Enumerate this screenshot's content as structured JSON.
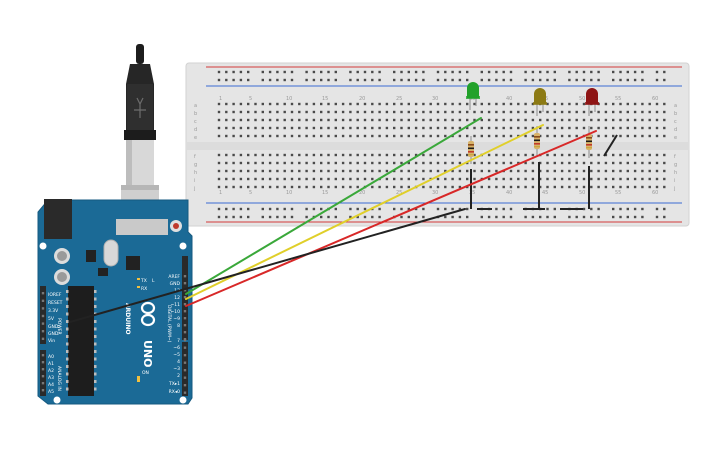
{
  "breadboard": {
    "column_numbers": [
      "1",
      "5",
      "10",
      "15",
      "20",
      "25",
      "30",
      "35",
      "40",
      "45",
      "50",
      "55",
      "60"
    ],
    "row_letters_top": [
      "a",
      "b",
      "c",
      "d",
      "e"
    ],
    "row_letters_bottom": [
      "f",
      "g",
      "h",
      "i",
      "j"
    ]
  },
  "arduino": {
    "brand": "ARDUINO",
    "model": "UNO",
    "digital_label": "DIGITAL (PWM~)",
    "power_label": "POWER",
    "analog_label": "ANALOG IN",
    "tx_label": "TX",
    "rx_label": "RX",
    "l_label": "L",
    "on_label": "ON",
    "power_pins": [
      "IOREF",
      "RESET",
      "3.3V",
      "5V",
      "GND",
      "GND",
      "Vin"
    ],
    "analog_pins": [
      "A0",
      "A1",
      "A2",
      "A3",
      "A4",
      "A5"
    ],
    "digital_pins": [
      "AREF",
      "GND",
      "13",
      "12",
      "~11",
      "~10",
      "~9",
      "8",
      "7",
      "~6",
      "~5",
      "4",
      "~3",
      "2",
      "TX▸1",
      "RX◂0"
    ]
  },
  "leds": [
    {
      "name": "green",
      "color": "#22a12a"
    },
    {
      "name": "yellow",
      "color": "#8c7a14"
    },
    {
      "name": "red",
      "color": "#8e1414"
    }
  ],
  "wires": [
    {
      "name": "green",
      "color": "#3aa83a"
    },
    {
      "name": "yellow",
      "color": "#e0cf2a"
    },
    {
      "name": "red",
      "color": "#d82828"
    },
    {
      "name": "black",
      "color": "#222222"
    }
  ]
}
